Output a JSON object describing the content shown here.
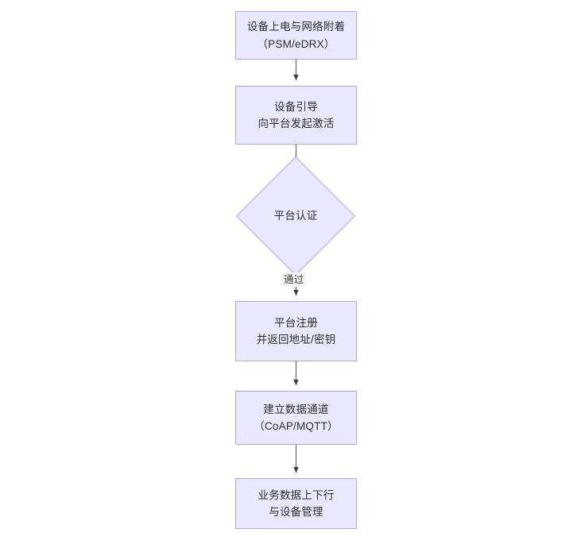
{
  "diagram": {
    "type": "flowchart",
    "orientation": "top-to-bottom",
    "theme": {
      "node_fill": "#eae8fd",
      "node_border": "#b9a0e3",
      "node_text": "#2f2f2f",
      "edge_line": "#595959",
      "edge_label_bg": "#f4f4f4",
      "background": "#ffffff"
    },
    "nodes": [
      {
        "id": "n1",
        "shape": "rect",
        "text": "设备上电与网络附着\n（PSM/eDRX）"
      },
      {
        "id": "n2",
        "shape": "rect",
        "text": "设备引导\n向平台发起激活"
      },
      {
        "id": "n3",
        "shape": "diamond",
        "text": "平台认证"
      },
      {
        "id": "n4",
        "shape": "rect",
        "text": "平台注册\n并返回地址/密钥"
      },
      {
        "id": "n5",
        "shape": "rect",
        "text": "建立数据通道\n（CoAP/MQTT）"
      },
      {
        "id": "n6",
        "shape": "rect",
        "text": "业务数据上下行\n与设备管理"
      }
    ],
    "edges": [
      {
        "id": "e1",
        "from": "n1",
        "to": "n2",
        "label": ""
      },
      {
        "id": "e2",
        "from": "n2",
        "to": "n3",
        "label": ""
      },
      {
        "id": "e3",
        "from": "n3",
        "to": "n4",
        "label": "通过"
      },
      {
        "id": "e4",
        "from": "n4",
        "to": "n5",
        "label": ""
      },
      {
        "id": "e5",
        "from": "n5",
        "to": "n6",
        "label": ""
      }
    ]
  }
}
